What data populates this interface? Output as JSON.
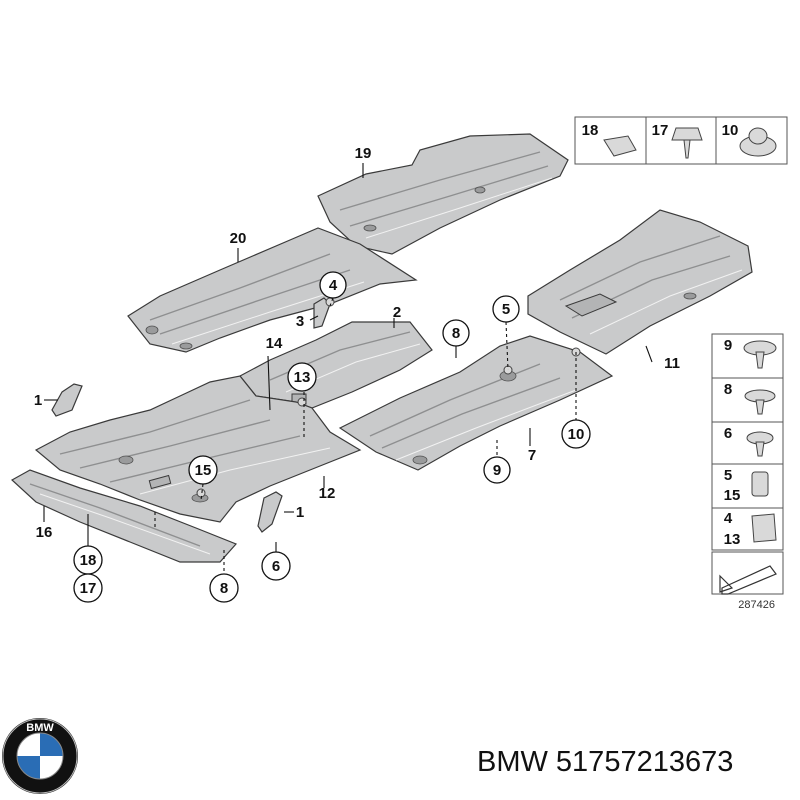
{
  "callouts": {
    "c1a": "1",
    "c1b": "1",
    "c2": "2",
    "c3": "3",
    "c4": "4",
    "c5": "5",
    "c6": "6",
    "c7": "7",
    "c8a": "8",
    "c8b": "8",
    "c9": "9",
    "c10": "10",
    "c11": "11",
    "c12": "12",
    "c13": "13",
    "c14": "14",
    "c15": "15",
    "c16": "16",
    "c17": "17",
    "c18": "18",
    "c19": "19",
    "c20": "20"
  },
  "hardware_top": [
    "18",
    "17",
    "10"
  ],
  "hardware_side": [
    "9",
    "8",
    "6",
    "5",
    "15",
    "4",
    "13"
  ],
  "diagram_id": "287426",
  "footer_text": "BMW 51757213673",
  "logo_text": "BMW",
  "colors": {
    "plate": "#c9cacb",
    "outline": "#3a3a3a",
    "logo_blue": "#2a6db5"
  }
}
